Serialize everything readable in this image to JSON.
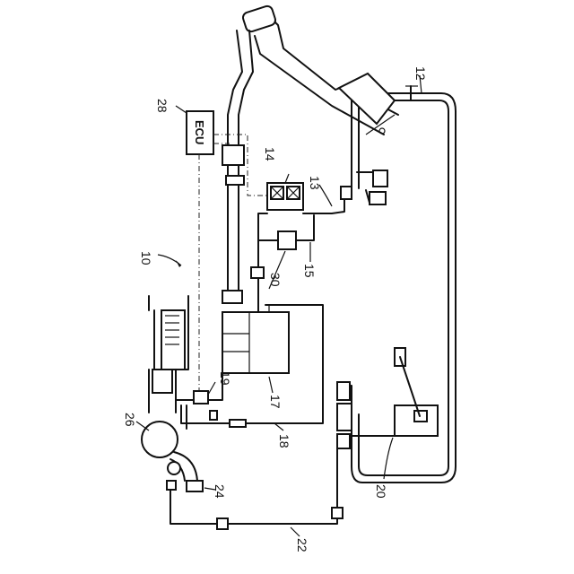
{
  "labels": {
    "system": "10",
    "tank": "12",
    "vent_line": "13",
    "canister_valve": "14",
    "purge_line": "15",
    "canister": "17",
    "purge_passage": "18",
    "purge_valve": "19",
    "fuel_pump": "20",
    "fuel_line": "22",
    "injector": "24",
    "intake": "26",
    "ecu_ref": "28",
    "sensor": "30"
  },
  "ecu_text": "ECU"
}
